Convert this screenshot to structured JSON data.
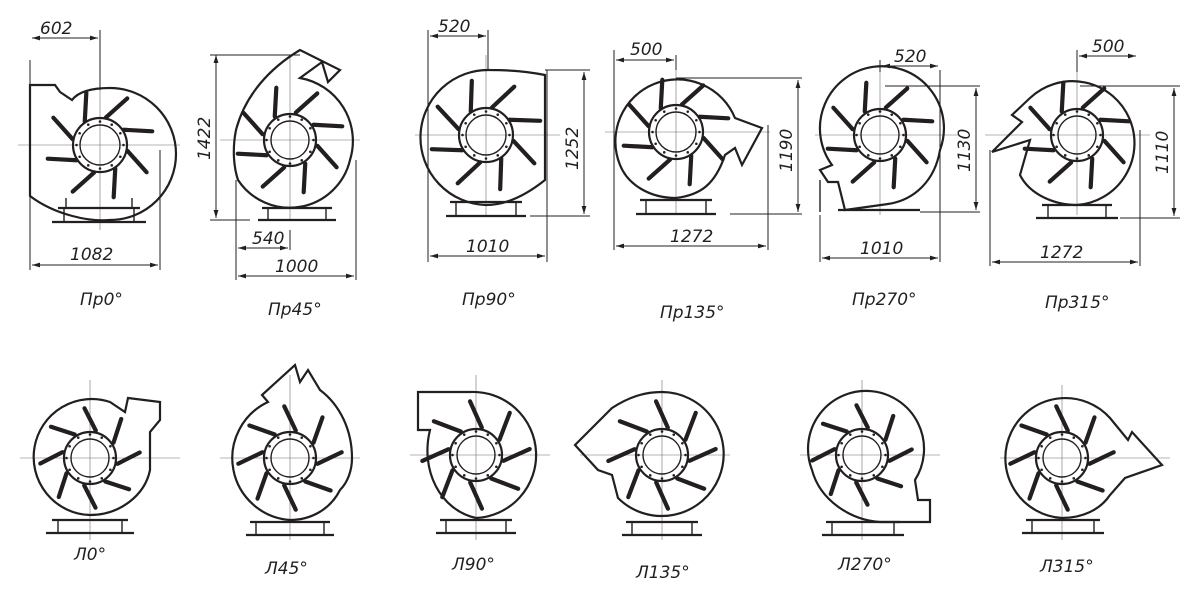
{
  "diagram": {
    "top_row": [
      {
        "id": "pr0",
        "caption": "Пр0°",
        "width": "1082",
        "height": "",
        "offset": "602"
      },
      {
        "id": "pr45",
        "caption": "Пр45°",
        "width": "1000",
        "height": "1422",
        "offset": "540"
      },
      {
        "id": "pr90",
        "caption": "Пр90°",
        "width": "1010",
        "height": "1252",
        "offset": "520"
      },
      {
        "id": "pr135",
        "caption": "Пр135°",
        "width": "1272",
        "height": "1190",
        "offset": "500"
      },
      {
        "id": "pr270",
        "caption": "Пр270°",
        "width": "1010",
        "height": "1130",
        "offset": "520"
      },
      {
        "id": "pr315",
        "caption": "Пр315°",
        "width": "1272",
        "height": "1110",
        "offset": "500"
      }
    ],
    "bottom_row": [
      {
        "id": "l0",
        "caption": "Л0°"
      },
      {
        "id": "l45",
        "caption": "Л45°"
      },
      {
        "id": "l90",
        "caption": "Л90°"
      },
      {
        "id": "l135",
        "caption": "Л135°"
      },
      {
        "id": "l270",
        "caption": "Л270°"
      },
      {
        "id": "l315",
        "caption": "Л315°"
      }
    ]
  }
}
